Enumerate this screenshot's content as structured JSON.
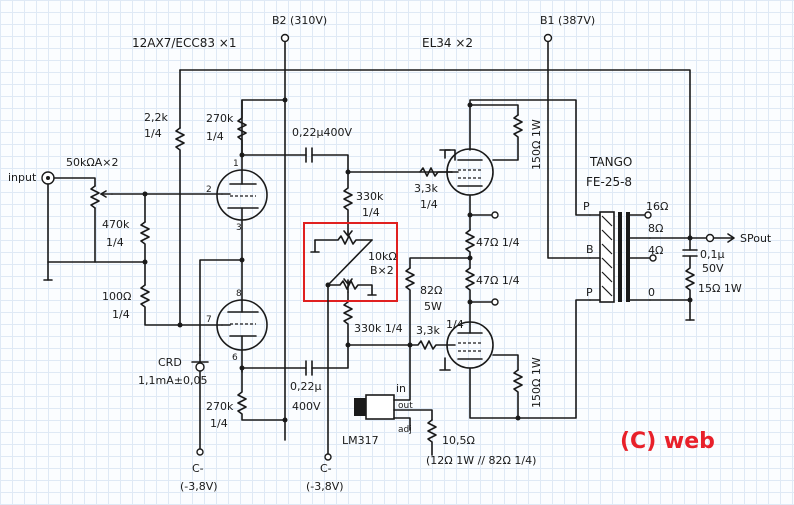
{
  "labels": {
    "b2": "B2 (310V)",
    "b1": "B1 (387V)",
    "tube_pre": "12AX7/ECC83 ×1",
    "tube_out": "EL34 ×2",
    "input": "input",
    "vol": "50kΩA×2",
    "r22k": "2,2k",
    "r22k_w": "1/4",
    "r270k_top": "270k",
    "r270k_top_w": "1/4",
    "c022_top": "0,22μ400V",
    "r470k": "470k",
    "r470k_w": "1/4",
    "r100": "100Ω",
    "r100_w": "1/4",
    "crd": "CRD",
    "crd_val": "1,1mA±0,05",
    "r270k_bot": "270k",
    "r270k_bot_w": "1/4",
    "c022_bot": "0,22μ",
    "c022_bot_v": "400V",
    "cminus_l": "C-",
    "cminus_l_v": "(-3,8V)",
    "cminus_m": "C-",
    "cminus_m_v": "(-3,8V)",
    "r330k_top": "330k",
    "r330k_top_w": "1/4",
    "pot": "10kΩ",
    "pot_n": "B×2",
    "r330k_bot": "330k 1/4",
    "r33k_top": "3,3k",
    "r33k_top_w": "1/4",
    "r33k_bot": "3,3k",
    "r33k_bot_w": "1/4",
    "r150_top": "150Ω 1W",
    "r150_bot": "150Ω 1W",
    "r47_top": "47Ω 1/4",
    "r47_bot": "47Ω 1/4",
    "r82": "82Ω",
    "r82_w": "5W",
    "lm317": "LM317",
    "pin_in": "in",
    "pin_out": "out",
    "pin_adj": "adj",
    "r105": "10,5Ω",
    "r105_note": "(12Ω 1W // 82Ω 1/4)",
    "ot_brand": "TANGO",
    "ot_model": "FE-25-8",
    "tap16": "16Ω",
    "tap8": "8Ω",
    "tap4": "4Ω",
    "tap0": "0",
    "tapP1": "P",
    "tapB": "B",
    "tapP2": "P",
    "zobel_c": "0,1μ",
    "zobel_c_v": "50V",
    "zobel_r": "15Ω 1W",
    "spout": "SPout",
    "pin1": "1",
    "pin2": "2",
    "pin3": "3",
    "pin6": "6",
    "pin7": "7",
    "pin8": "8",
    "watermark": "(C) web"
  },
  "colors": {
    "ink": "#1a1a1a",
    "accent": "#e8202a",
    "grid": "#dfe9f5"
  }
}
